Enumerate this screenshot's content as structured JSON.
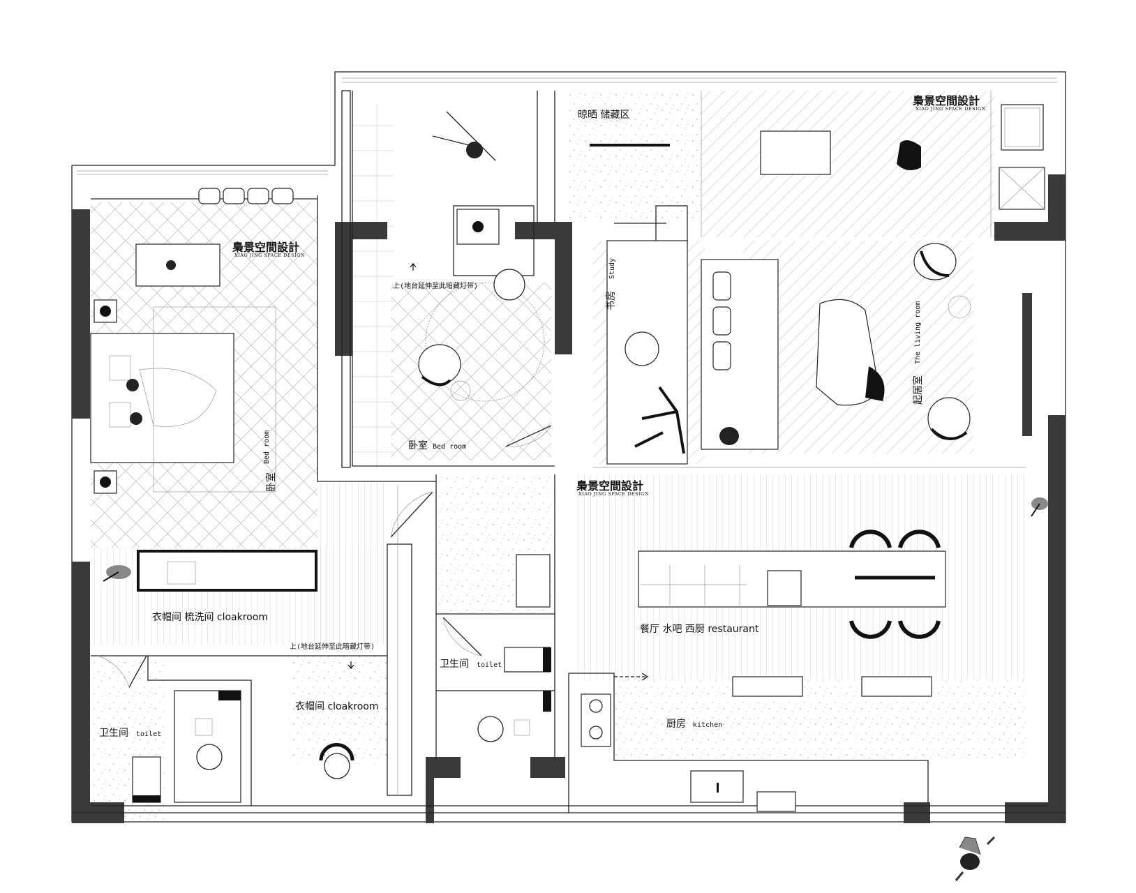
{
  "brand": {
    "name": "梟景空間設計",
    "sub": "XIAO JING SPACE DESIGN"
  },
  "rooms": {
    "drying_storage": "晾晒  储藏区",
    "study_cn": "书房",
    "study_en": "Study",
    "living_cn": "起居室",
    "living_en": "The living room",
    "bedroom_left_cn": "卧室",
    "bedroom_left_en": "Bed room",
    "bedroom_mid_cn": "卧室",
    "bedroom_mid_en": "Bed room",
    "cloakroom_wash": "衣帽间  梳洗间 cloakroom",
    "cloakroom": "衣帽间 cloakroom",
    "restaurant": "餐厅  水吧  西厨  restaurant",
    "kitchen_cn": "厨房",
    "kitchen_en": "kitchen",
    "toilet_left_cn": "卫生间",
    "toilet_left_en": "toilet",
    "toilet_mid_cn": "卫生间",
    "toilet_mid_en": "toilet"
  },
  "notes": {
    "platform_top": "上(地台延伸至此暗藏灯带)",
    "platform_bottom": "上(地台延伸至此暗藏灯带)"
  },
  "icons": {
    "north_marker": "walking-person-icon",
    "arrow": "arrow-right-icon"
  },
  "colors": {
    "wall": "#3a3a3a",
    "line": "#222222",
    "floor_pattern": "#9a9a9a"
  }
}
